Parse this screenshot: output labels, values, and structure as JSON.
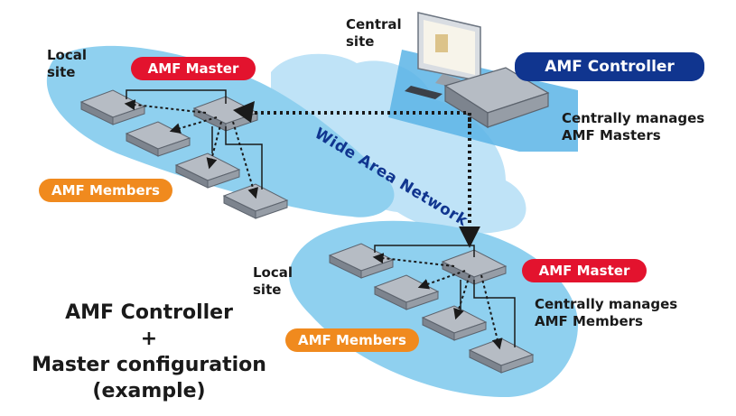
{
  "colors": {
    "site_panel": "#8fd0ef",
    "wan_cloud": "#bfe3f7",
    "master_badge": "#e3132e",
    "members_badge": "#f08a1e",
    "controller_badge": "#10358f",
    "dotted_link": "#1a1a1a"
  },
  "central_site": {
    "site_label_line1": "Central",
    "site_label_line2": "site",
    "controller_badge": "AMF Controller",
    "manages_line1": "Centrally manages",
    "manages_line2": "AMF Masters"
  },
  "wan": {
    "label": "Wide Area Network"
  },
  "local_site_top": {
    "site_label_line1": "Local",
    "site_label_line2": "site",
    "master_badge": "AMF Master",
    "members_badge": "AMF Members"
  },
  "local_site_bottom": {
    "site_label_line1": "Local",
    "site_label_line2": "site",
    "master_badge": "AMF Master",
    "members_badge": "AMF Members",
    "manages_line1": "Centrally manages",
    "manages_line2": "AMF Members"
  },
  "caption": {
    "line1": "AMF Controller",
    "line2": "+",
    "line3": "Master configuration",
    "line4": "(example)"
  }
}
